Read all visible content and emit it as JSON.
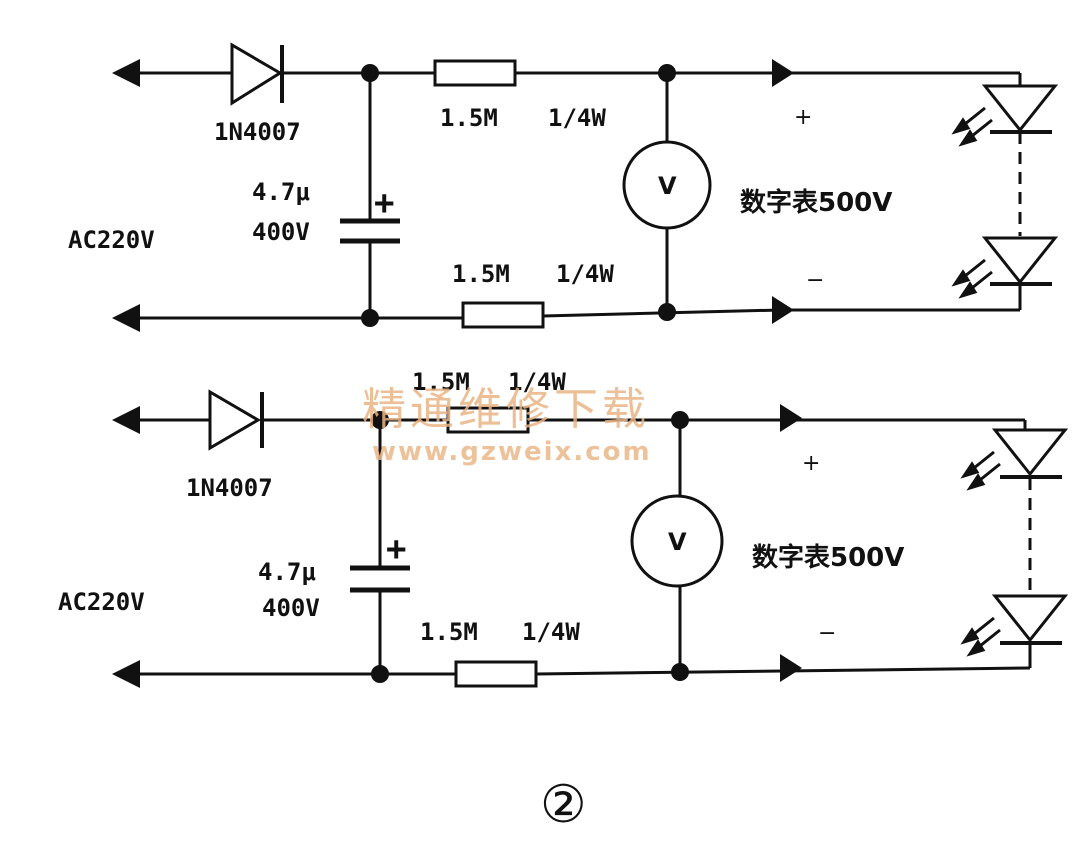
{
  "diagram_a": {
    "diode_label": "1N4007",
    "source_label": "AC220V",
    "cap_value": "4.7μ",
    "cap_voltage": "400V",
    "cap_plus": "+",
    "res_top_value": "1.5M",
    "res_top_power": "1/4W",
    "res_bottom_value": "1.5M",
    "res_bottom_power": "1/4W",
    "meter_symbol": "V",
    "meter_label": "数字表500V",
    "plus_sign": "+",
    "minus_sign": "−"
  },
  "diagram_b": {
    "diode_label": "1N4007",
    "source_label": "AC220V",
    "cap_value": "4.7μ",
    "cap_voltage": "400V",
    "cap_plus": "+",
    "res_top_value": "1.5M",
    "res_top_power": "1/4W",
    "res_bottom_value": "1.5M",
    "res_bottom_power": "1/4W",
    "meter_symbol": "V",
    "meter_label": "数字表500V",
    "plus_sign": "+",
    "minus_sign": "−"
  },
  "watermark": {
    "title": "精通维修下载",
    "url": "www.gzweix.com"
  },
  "figure_number": "②",
  "colors": {
    "line": "#111111",
    "watermark": "#e9b486"
  }
}
